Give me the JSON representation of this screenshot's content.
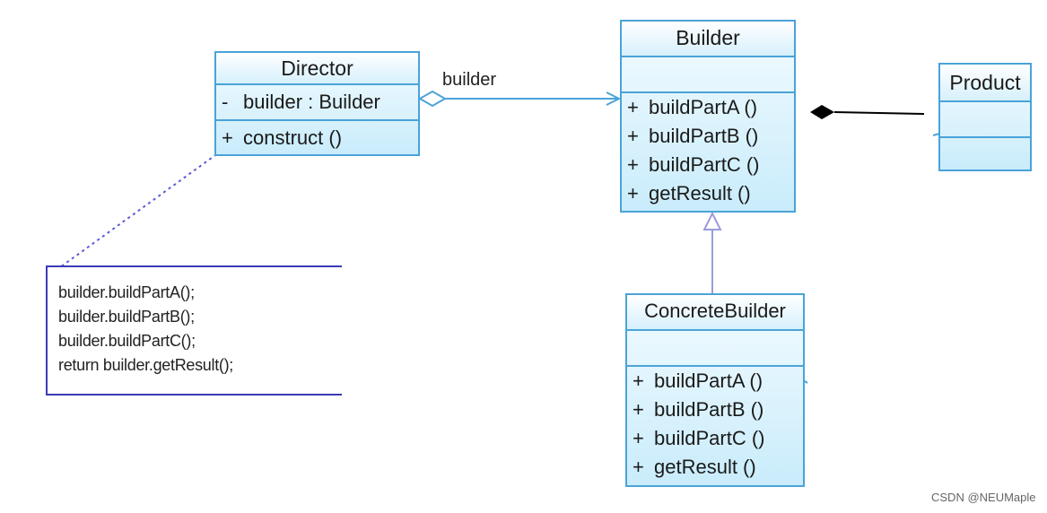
{
  "director": {
    "name": "Director",
    "attributes": [
      {
        "visibility": "-",
        "text": "builder : Builder"
      }
    ],
    "operations": [
      {
        "visibility": "+",
        "text": "construct ()"
      }
    ]
  },
  "builder": {
    "name": "Builder",
    "operations": [
      {
        "visibility": "+",
        "text": "buildPartA ()"
      },
      {
        "visibility": "+",
        "text": "buildPartB ()"
      },
      {
        "visibility": "+",
        "text": "buildPartC ()"
      },
      {
        "visibility": "+",
        "text": "getResult ()"
      }
    ]
  },
  "concrete_builder": {
    "name": "ConcreteBuilder",
    "operations": [
      {
        "visibility": "+",
        "text": "buildPartA ()"
      },
      {
        "visibility": "+",
        "text": "buildPartB ()"
      },
      {
        "visibility": "+",
        "text": "buildPartC ()"
      },
      {
        "visibility": "+",
        "text": "getResult ()"
      }
    ]
  },
  "product": {
    "name": "Product"
  },
  "association": {
    "label": "builder"
  },
  "note": {
    "lines": [
      "builder.buildPartA();",
      "builder.buildPartB();",
      "builder.buildPartC();",
      "return builder.getResult();"
    ]
  },
  "watermark": "CSDN @NEUMaple",
  "colors": {
    "class_border": "#4aa3d8",
    "class_fill": "#c9ecfb",
    "note_border": "#3b3bb5",
    "generalization_line": "#9b9bdc"
  }
}
